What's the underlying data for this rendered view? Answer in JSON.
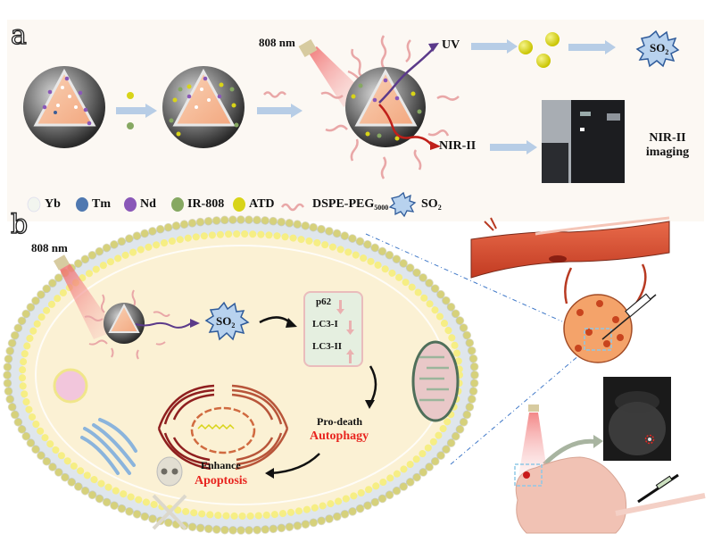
{
  "panel_a": {
    "letter": "a",
    "laser_label": "808 nm",
    "uv_label": "UV",
    "nir_label": "NIR-II",
    "imaging_label_line1": "NIR-II",
    "imaging_label_line2": "imaging",
    "so2_burst": "SO",
    "so2_sub": "2"
  },
  "legend": {
    "items": [
      {
        "label": "Yb",
        "color": "#f2f5ef"
      },
      {
        "label": "Tm",
        "color": "#4f78b0"
      },
      {
        "label": "Nd",
        "color": "#8a58b8"
      },
      {
        "label": "IR-808",
        "color": "#86a862"
      },
      {
        "label": "ATD",
        "color": "#d8d418"
      }
    ],
    "peg_label": "DSPE-PEG",
    "peg_sub": "5000",
    "so2_label": "SO",
    "so2_sub": "2"
  },
  "panel_b": {
    "letter": "b",
    "laser_label": "808 nm",
    "so2_burst": "SO",
    "so2_sub": "2",
    "markers": [
      {
        "label": "p62",
        "trend": "down"
      },
      {
        "label": "LC3-I",
        "trend": "down"
      },
      {
        "label": "LC3-II",
        "trend": "up"
      }
    ],
    "pro_death": "Pro-death",
    "autophagy": "Autophagy",
    "enhance": "Enhance",
    "apoptosis": "Apoptosis"
  },
  "colors": {
    "accent_red": "#e8251f",
    "arrow_blue": "#b7cde6",
    "membrane_head": "#f6ee84",
    "cytoplasm": "#fbf1d4",
    "laser_pink": "#f08080"
  }
}
